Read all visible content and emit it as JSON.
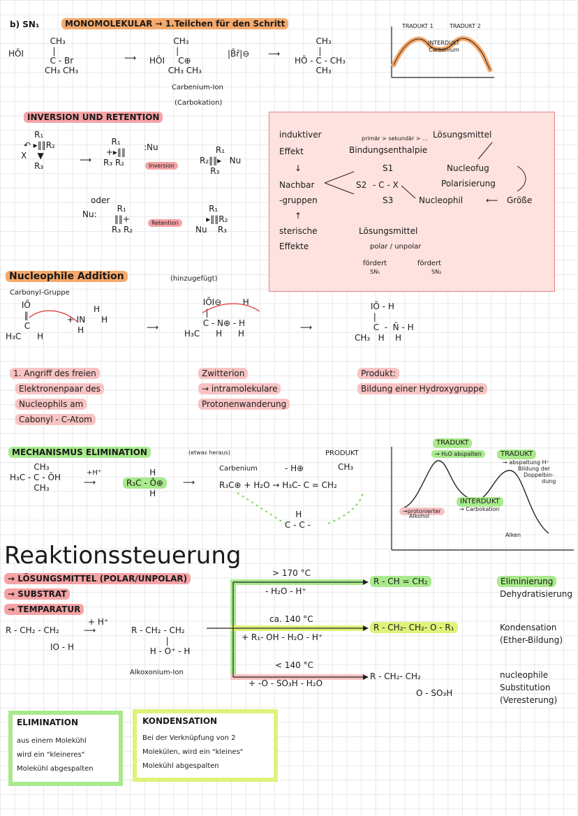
{
  "sn1": {
    "label": "b) SN₁",
    "title": "MONOMOLEKULAR → 1.Teilchen für den Schritt",
    "carbenium_label": "Carbenium-Ion",
    "carbokation_label": "(Carbokation)",
    "graph_traduct1": "TRADUKT 1",
    "graph_traduct2": "TRADUKT 2",
    "graph_interduct": "INTERDUKT",
    "graph_carbenium": "Carbenium"
  },
  "inversion": {
    "title": "INVERSION UND RETENTION",
    "nu_label": ":Nu",
    "inversion_label": "Inversion",
    "retention_label": "Retention",
    "oder": "oder",
    "nu_attack": "Nu:"
  },
  "factors": {
    "induktiver": "induktiver",
    "effekt": "Effekt",
    "primaer": "primär > sekundär > ...",
    "bindung": "Bindungsenthalpie",
    "loesungsmittel_top": "Lösungsmittel",
    "nucleofug": "Nucleofug",
    "polarisierung": "Polarisierung",
    "nachbar": "Nachbar",
    "gruppen": "-gruppen",
    "s1": "S1",
    "s2": "S2",
    "s3": "S3",
    "nucleophil": "Nucleophil",
    "groesse": "Größe",
    "sterische": "sterische",
    "effekte": "Effekte",
    "loesungsmittel": "Lösungsmittel",
    "polar": "polar / unpolar",
    "foerdert1": "fördert",
    "sn1": "SN₁",
    "foerdert2": "fördert",
    "sn2": "SN₂"
  },
  "addition": {
    "title": "Nucleophile Addition",
    "added": "(hinzugefügt)",
    "carbonyl": "Carbonyl-Gruppe",
    "step1_l1": "1. Angriff des freien",
    "step1_l2": "Elektronenpaar des",
    "step1_l3": "Nucleophils am",
    "step1_l4": "Cabonyl - C-Atom",
    "zw_l1": "Zwitterion",
    "zw_l2": "→ intramolekulare",
    "zw_l3": "Protonenwanderung",
    "prod_l1": "Produkt:",
    "prod_l2": "Bildung einer Hydroxygruppe"
  },
  "elimination": {
    "title": "MECHANISMUS ELIMINATION",
    "etwas": "(etwas heraus)",
    "produkt": "PRODUKT",
    "carbenium": "Carbenium",
    "minus_h": "- H⊕",
    "eq": "R₃C⊕ + H₂O → H₃C- C = CH₂",
    "graph_traduct": "TRADUKT",
    "graph_h2o": "→ H₂O abspalten",
    "graph_traduct2": "TRADUKT",
    "graph_abspaltung": "→ abspaltung H⁺",
    "graph_bildung": "Bildung der",
    "graph_doppel": "Doppelbin-",
    "graph_dung": "dung",
    "graph_interduct": "INTERDUKT",
    "graph_carbokation": "→ Carbokation",
    "graph_protoniert": "→protonierter",
    "graph_alkohol": "Alkohol",
    "graph_alken": "Alken"
  },
  "reaktion": {
    "title": "Reaktionssteuerung",
    "items": [
      "→ LÖSUNGSMITTEL (POLAR/UNPOLAR)",
      "→ SUBSTRAT",
      "→ TEMPARATUR"
    ],
    "substrate": "R - CH₂ - CH₂",
    "oh": "IO - H",
    "h_plus": "+ H⁺",
    "alkoxonium": "Alkoxonium-Ion",
    "cond1_temp": "> 170 °C",
    "cond1_reag": "- H₂O  - H⁺",
    "cond2_temp": "ca. 140 °C",
    "cond2_reag": "+ R₁- OH  - H₂O  - H⁺",
    "cond3_temp": "< 140 °C",
    "cond3_reag": "+ -O - SO₃H  - H₂O",
    "prod1": "R - CH = CH₂",
    "prod2": "R - CH₂- CH₂- O - R₁",
    "prod3": "R - CH₂- CH₂",
    "prod3b": "O - SO₃H",
    "type1a": "Eliminierung",
    "type1b": "Dehydratisierung",
    "type2a": "Kondensation",
    "type2b": "(Ether-Bildung)",
    "type3a": "nucleophile",
    "type3b": "Substitution",
    "type3c": "(Veresterung)"
  },
  "defs": {
    "elim_title": "ELIMINATION",
    "elim_l1": "aus einem Molekühl",
    "elim_l2": "wird ein \"kleineres\"",
    "elim_l3": "Molekühl abgespalten",
    "kond_title": "KONDENSATION",
    "kond_l1": "Bei der Verknüpfung von 2",
    "kond_l2": "Molekülen, wird ein \"kleines\"",
    "kond_l3": "Molekühl abgespalten"
  },
  "colors": {
    "orange": "#f6a96a",
    "pink": "#f5a3a5",
    "green": "#a9ea8c",
    "lime": "#dff27a",
    "red_box": "#fde2df"
  }
}
